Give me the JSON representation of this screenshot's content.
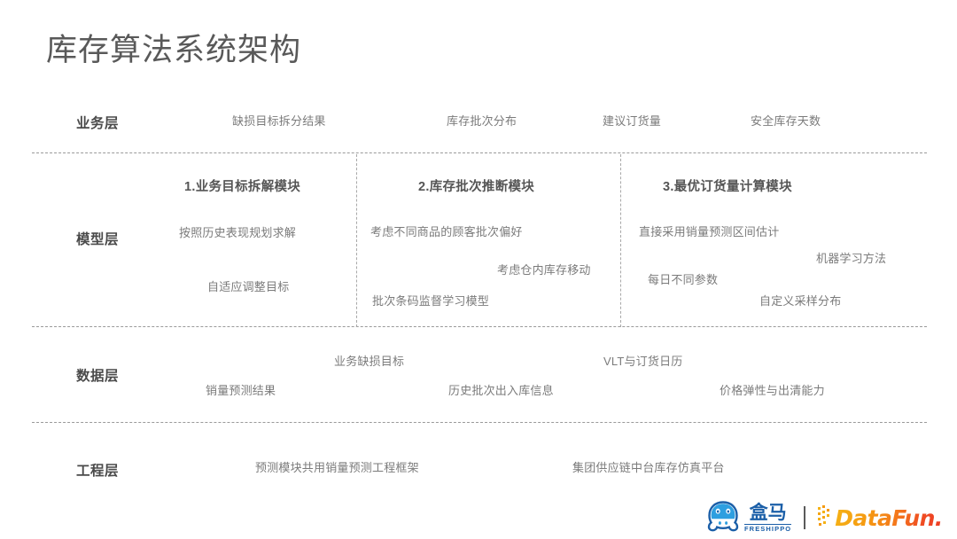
{
  "slide": {
    "title": "库存算法系统架构"
  },
  "layers": {
    "business": {
      "label": "业务层",
      "items": [
        "缺损目标拆分结果",
        "库存批次分布",
        "建议订货量",
        "安全库存天数"
      ]
    },
    "model": {
      "label": "模型层",
      "modules": [
        {
          "header_num": "1.",
          "header": "业务目标拆解模块",
          "items": [
            "按照历史表现规划求解",
            "自适应调整目标"
          ]
        },
        {
          "header_num": "2.",
          "header": "库存批次推断模块",
          "items": [
            "考虑不同商品的顾客批次偏好",
            "考虑仓内库存移动",
            "批次条码监督学习模型"
          ]
        },
        {
          "header_num": "3.",
          "header": "最优订货量计算模块",
          "items": [
            "直接采用销量预测区间估计",
            "机器学习方法",
            "每日不同参数",
            "自定义采样分布"
          ]
        }
      ]
    },
    "data": {
      "label": "数据层",
      "items": [
        "业务缺损目标",
        "VLT与订货日历",
        "销量预测结果",
        "历史批次出入库信息",
        "价格弹性与出清能力"
      ]
    },
    "engineering": {
      "label": "工程层",
      "items": [
        "预测模块共用销量预测工程框架",
        "集团供应链中台库存仿真平台"
      ]
    }
  },
  "footer": {
    "hema_logo": {
      "icon": "hippo-head-icon",
      "cn_name": "盒马",
      "en_name": "FRESHIPPO",
      "color": "#1b5fa8"
    },
    "datafun_logo": {
      "icon": "dot-cluster-icon",
      "wordmark": "DataFun.",
      "color_start": "#f5b216",
      "color_end": "#ee3b24"
    }
  },
  "colors": {
    "title": "#595959",
    "layer_label": "#4a4a4a",
    "module_header": "#555555",
    "item_text": "#7b7b7b",
    "divider": "#9a9a9a"
  }
}
